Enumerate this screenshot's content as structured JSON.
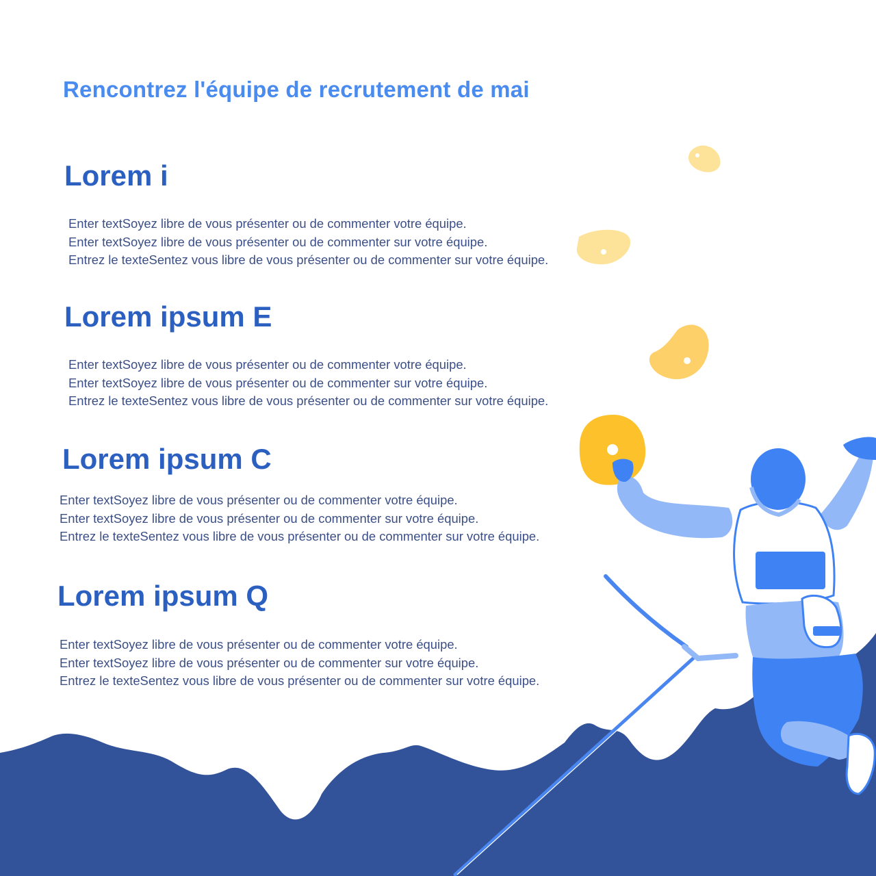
{
  "headline": "Rencontrez l'équipe de recrutement de mai",
  "sections": [
    {
      "title": "Lorem i",
      "lines": [
        "Enter textSoyez libre de vous présenter ou de commenter votre équipe.",
        "Enter textSoyez libre de vous présenter ou de commenter sur votre équipe.",
        "Entrez le texteSentez vous libre de vous présenter ou de commenter sur votre équipe."
      ]
    },
    {
      "title": "Lorem ipsum E",
      "lines": [
        "Enter textSoyez libre de vous présenter ou de commenter votre équipe.",
        "Enter textSoyez libre de vous présenter ou de commenter sur votre équipe.",
        "Entrez le texteSentez vous libre de vous présenter ou de commenter sur votre équipe."
      ]
    },
    {
      "title": "Lorem ipsum C",
      "lines": [
        "Enter textSoyez libre de vous présenter ou de commenter votre équipe.",
        "Enter textSoyez libre de vous présenter ou de commenter sur votre équipe.",
        "Entrez le texteSentez vous libre de vous présenter ou de commenter sur votre équipe."
      ]
    },
    {
      "title": "Lorem ipsum Q",
      "lines": [
        "Enter textSoyez libre de vous présenter ou de commenter votre équipe.",
        "Enter textSoyez libre de vous présenter ou de commenter sur votre équipe.",
        "Entrez le texteSentez vous libre de vous présenter ou de commenter sur votre équipe."
      ]
    }
  ],
  "colors": {
    "headline": "#4a8bf0",
    "title": "#2b5fc0",
    "body_text": "#3b4f86",
    "mountains": "#32529a",
    "climber_dark": "#3f82f3",
    "climber_light": "#93b8f8",
    "hold_yellow": "#fdc22b",
    "hold_pale": "#fde39a"
  },
  "illustration": {
    "icon": "rock-climber-illustration"
  }
}
